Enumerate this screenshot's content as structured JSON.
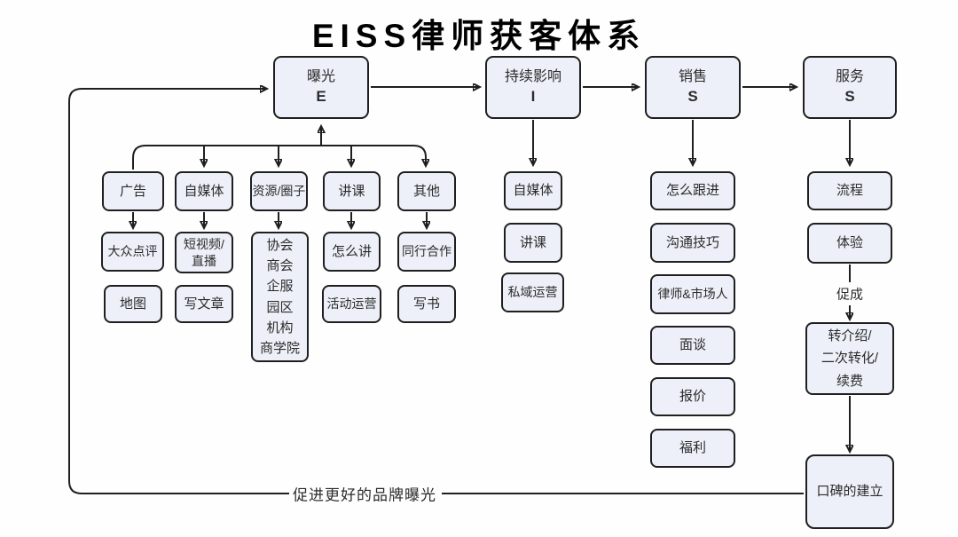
{
  "title": "EISS律师获客体系",
  "stages": [
    {
      "name": "曝光",
      "letter": "E"
    },
    {
      "name": "持续影响",
      "letter": "I"
    },
    {
      "name": "销售",
      "letter": "S"
    },
    {
      "name": "服务",
      "letter": "S"
    }
  ],
  "exposure": {
    "channels": [
      "广告",
      "自媒体",
      "资源/圈子",
      "讲课",
      "其他"
    ],
    "row3": [
      "大众点评",
      "短视频/\n直播",
      "协会\n商会\n企服\n园区\n机构\n商学院",
      "怎么讲",
      "同行合作"
    ],
    "row4": [
      "地图",
      "写文章",
      "活动运营",
      "写书"
    ]
  },
  "influence": {
    "items": [
      "自媒体",
      "讲课",
      "私域运营"
    ]
  },
  "sales": {
    "items": [
      "怎么跟进",
      "沟通技巧",
      "律师&市场人",
      "面谈",
      "报价",
      "福利"
    ]
  },
  "service": {
    "items": [
      "流程",
      "体验"
    ],
    "edge_label": "促成",
    "conversion": "转介绍/\n二次转化/\n续费",
    "reputation": "口碑的建立"
  },
  "feedback_label": "促进更好的品牌曝光",
  "colors": {
    "box_fill": "#edf0f8",
    "box_border": "#1f1f1f",
    "line": "#1f1f1f",
    "background": "#fefefe",
    "text": "#2b2b2b"
  }
}
